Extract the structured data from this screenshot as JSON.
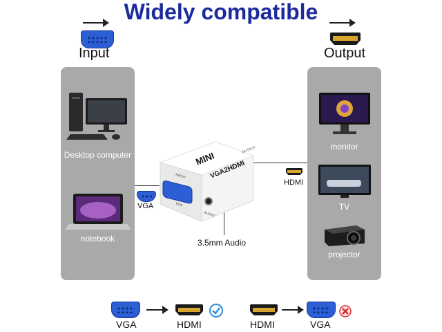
{
  "title": "Widely compatible",
  "input_label": "Input",
  "output_label": "Output",
  "left_panel": {
    "items": [
      "Desktop computer",
      "notebook"
    ]
  },
  "right_panel": {
    "items": [
      "monitor",
      "TV",
      "projector"
    ]
  },
  "adapter": {
    "brand": "MINI",
    "model": "VGA2HDMI",
    "port_input": "INPUT",
    "port_vga": "VGA",
    "port_audio": "AUDIO",
    "port_output": "OUTPUT"
  },
  "connectors": {
    "vga": "VGA",
    "hdmi": "HDMI",
    "audio": "3.5mm Audio"
  },
  "bottom": {
    "left_from": "VGA",
    "left_to": "HDMI",
    "right_from": "HDMI",
    "right_to": "VGA"
  },
  "colors": {
    "title": "#1d2a9e",
    "panel": "#a9a9a9",
    "vga_blue": "#2c5fd4",
    "check": "#2b8de0",
    "cross": "#d62b2b"
  }
}
